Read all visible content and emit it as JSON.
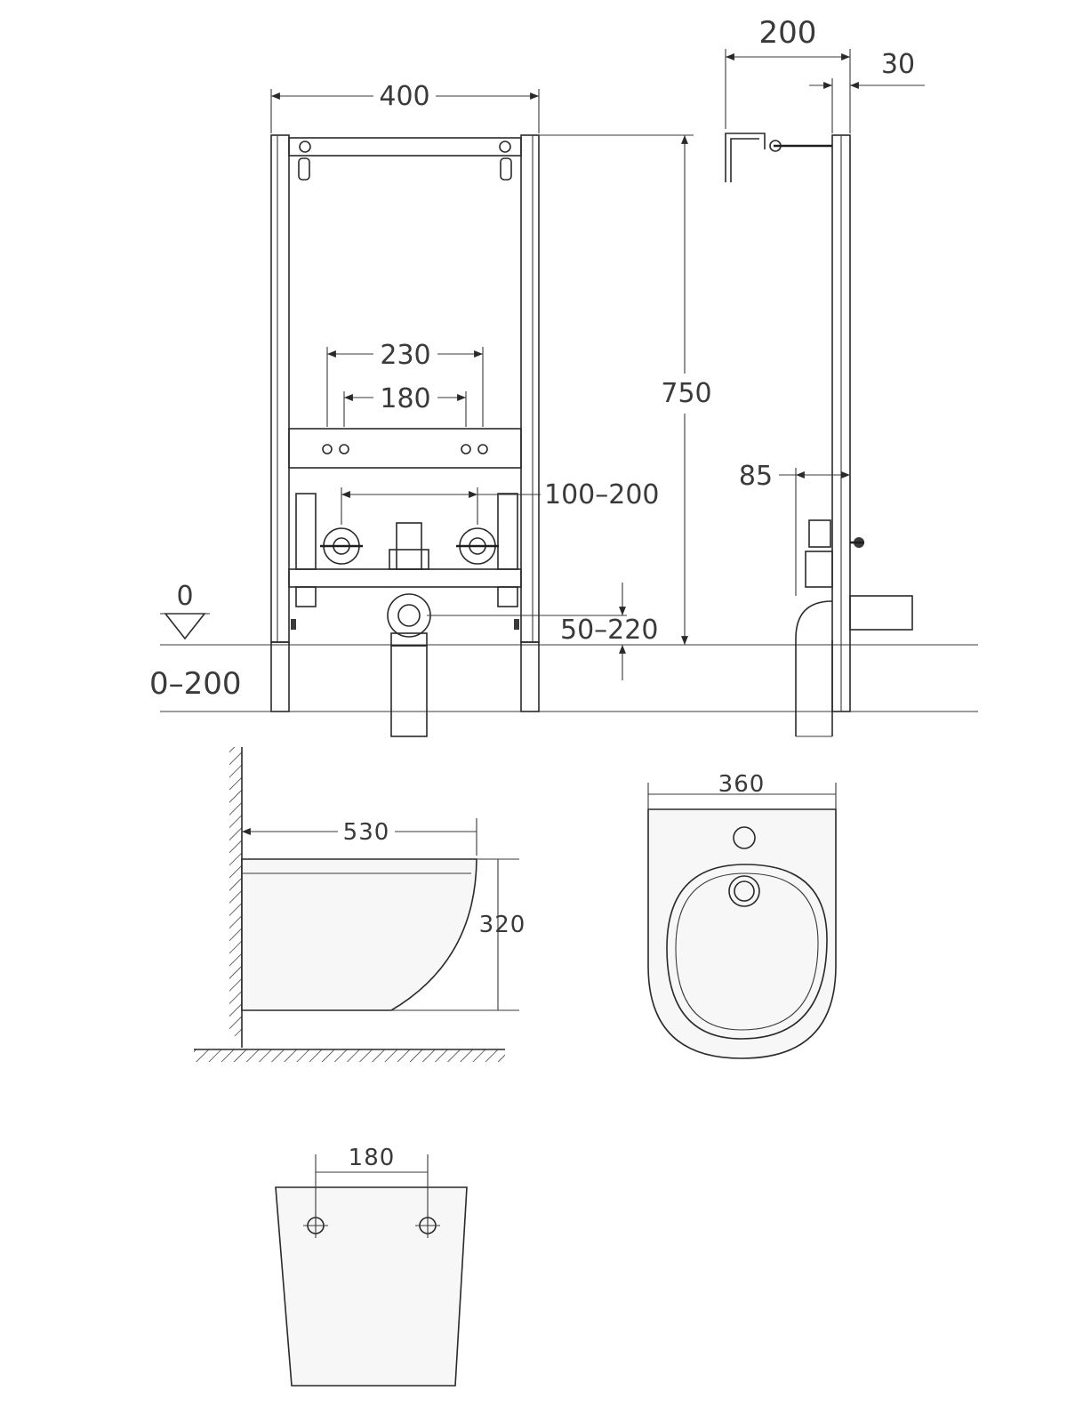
{
  "frame_front": {
    "width": "400",
    "tap_spacing_outer": "230",
    "tap_spacing_inner": "180",
    "supply_spacing": "100–200",
    "drain_height": "50–220",
    "floor_level": "0",
    "floor_adjust": "0–200"
  },
  "frame_side": {
    "depth": "200",
    "wall_gap": "30",
    "height": "750",
    "frame_offset": "85"
  },
  "bidet_side": {
    "depth": "530",
    "height": "320"
  },
  "bidet_top": {
    "width": "360"
  },
  "bidet_rear": {
    "bolt_spacing": "180"
  }
}
